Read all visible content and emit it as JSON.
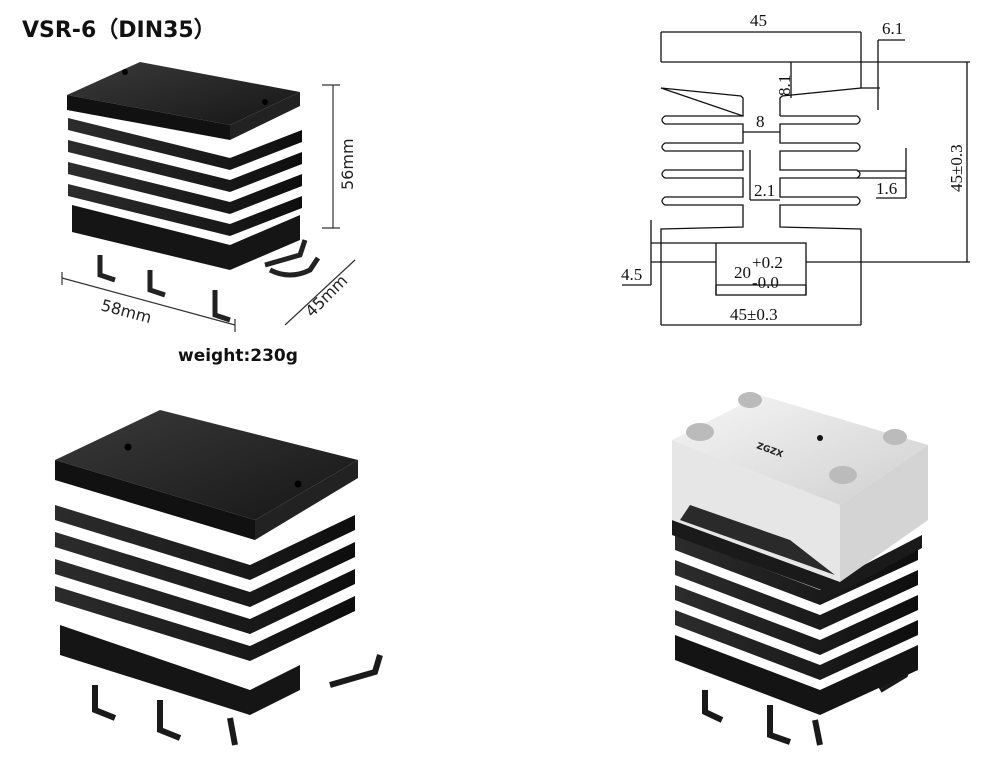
{
  "title": "VSR-6（DIN35）",
  "photo_dimensions": {
    "height": "56mm",
    "width": "58mm",
    "depth": "45mm"
  },
  "weight": "weight:230g",
  "drawing": {
    "top_width": "45",
    "fin_offset": "6.1",
    "top_plate": "8.1",
    "stem_width": "8",
    "gap": "2.1",
    "fin_thickness": "1.6",
    "total_height": "45±0.3",
    "rail_depth": "4.5",
    "slot_base": "20",
    "slot_tol_plus": "+0.2",
    "slot_tol_minus": "-0.0",
    "bottom_width": "45±0.3"
  },
  "relay_brand": "ZGZX",
  "colors": {
    "heatsink": "#1c1c1c",
    "relay_body": "#e9e9e9"
  }
}
